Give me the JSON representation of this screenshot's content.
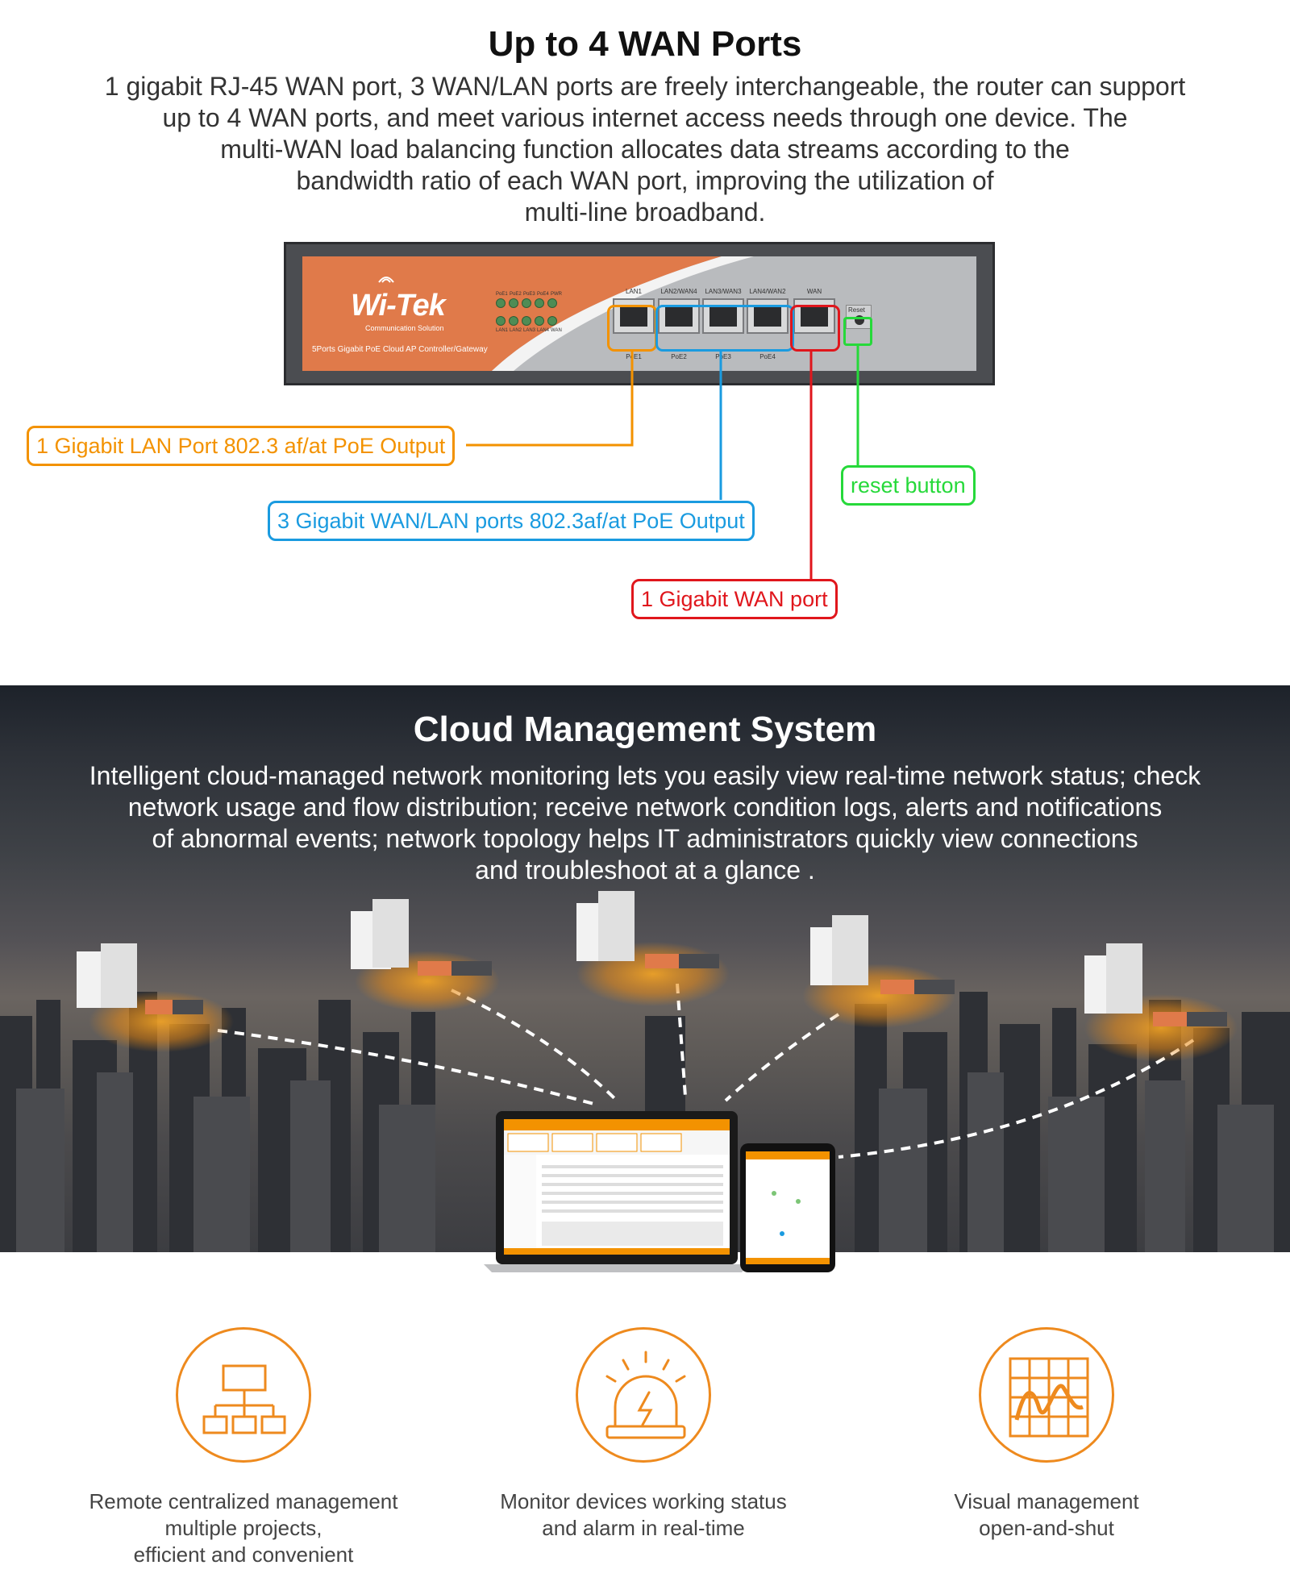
{
  "wan_section": {
    "title": "Up to 4 WAN Ports",
    "description_lines": [
      "1 gigabit RJ-45 WAN port, 3 WAN/LAN ports are freely interchangeable, the router can support",
      "up to 4 WAN ports, and meet various internet access needs through one device. The",
      "multi-WAN load balancing function allocates data streams according to the",
      "bandwidth ratio of each WAN port, improving the utilization of",
      "multi-line broadband."
    ]
  },
  "device": {
    "logo": "Wi-Tek",
    "logo_subtitle": "Communication Solution",
    "model": "5Ports Gigabit PoE Cloud AP Controller/Gateway",
    "led_labels_top": [
      "PoE1",
      "PoE2",
      "PoE3",
      "PoE4",
      "PWR"
    ],
    "led_labels_bottom": [
      "LAN1",
      "LAN2",
      "LAN3",
      "LAN4",
      "WAN"
    ],
    "port_labels_top": [
      "LAN1",
      "LAN2/WAN4",
      "LAN3/WAN3",
      "LAN4/WAN2",
      "WAN"
    ],
    "port_labels_bottom": [
      "PoE1",
      "PoE2",
      "PoE3",
      "PoE4"
    ],
    "reset_label": "Reset"
  },
  "callouts": {
    "lan_port": "1 Gigabit LAN Port 802.3 af/at PoE Output",
    "wan_lan_ports": "3 Gigabit WAN/LAN ports 802.3af/at PoE Output",
    "wan_port": "1 Gigabit WAN port",
    "reset": "reset button"
  },
  "colors": {
    "lan": "#f39200",
    "wan_lan": "#1a9be0",
    "wan": "#e0161c",
    "reset": "#26d93a",
    "accent": "#ee8a1e",
    "brand": "#e07a4a"
  },
  "cloud_section": {
    "title": "Cloud Management System",
    "description_lines": [
      "Intelligent cloud-managed network monitoring lets you easily view real-time network status; check",
      "network usage and flow distribution; receive network condition logs, alerts and notifications",
      "of abnormal events; network topology helps IT administrators quickly view connections",
      "and troubleshoot at a glance ."
    ]
  },
  "features": [
    {
      "icon": "hierarchy-icon",
      "lines": [
        "Remote centralized management",
        "multiple projects,",
        "efficient and convenient"
      ]
    },
    {
      "icon": "alarm-icon",
      "lines": [
        "Monitor devices working status",
        "and alarm in real-time"
      ]
    },
    {
      "icon": "chart-icon",
      "lines": [
        "Visual management",
        "open-and-shut"
      ]
    }
  ]
}
